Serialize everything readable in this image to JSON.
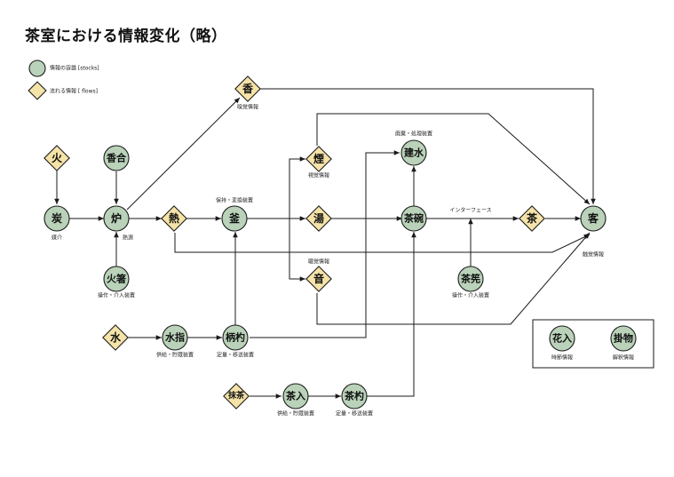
{
  "title": "茶室における情報変化（略）",
  "legend": {
    "stocks_label": "情報の容器 [stocks]",
    "flows_label": "流れる情報 [ flows]"
  },
  "colors": {
    "stock": "#b9d2b9",
    "flow": "#f6e3a8",
    "line": "#1a1a1a"
  },
  "nodes": [
    {
      "id": "kou",
      "shape": "diamond",
      "label": "香",
      "caption": "嗅覚情報"
    },
    {
      "id": "hi",
      "shape": "diamond",
      "label": "火",
      "caption": ""
    },
    {
      "id": "kougou",
      "shape": "circle",
      "label": "香合",
      "caption": ""
    },
    {
      "id": "sumi",
      "shape": "circle",
      "label": "炭",
      "caption": "媒介"
    },
    {
      "id": "ro",
      "shape": "circle",
      "label": "炉",
      "caption": "熱源"
    },
    {
      "id": "hibashi",
      "shape": "circle",
      "label": "火箸",
      "caption": "操作・介入装置"
    },
    {
      "id": "netsu",
      "shape": "diamond",
      "label": "熱",
      "caption": ""
    },
    {
      "id": "kama",
      "shape": "circle",
      "label": "釜",
      "caption": "保持・変換装置"
    },
    {
      "id": "kemuri",
      "shape": "diamond",
      "label": "煙",
      "caption": "視覚情報"
    },
    {
      "id": "yu",
      "shape": "diamond",
      "label": "湯",
      "caption": ""
    },
    {
      "id": "oto",
      "shape": "diamond",
      "label": "音",
      "caption": "聴覚情報"
    },
    {
      "id": "kensui",
      "shape": "circle",
      "label": "建水",
      "caption": "廃棄・処理装置"
    },
    {
      "id": "chawan",
      "shape": "circle",
      "label": "茶碗",
      "caption": "インターフェース"
    },
    {
      "id": "chasen",
      "shape": "circle",
      "label": "茶筅",
      "caption": "操作・介入装置"
    },
    {
      "id": "cha",
      "shape": "diamond",
      "label": "茶",
      "caption": ""
    },
    {
      "id": "kyaku",
      "shape": "circle",
      "label": "客",
      "caption": "触覚情報"
    },
    {
      "id": "mizu",
      "shape": "diamond",
      "label": "水",
      "caption": ""
    },
    {
      "id": "mizusashi",
      "shape": "circle",
      "label": "水指",
      "caption": "供給・貯蔵装置"
    },
    {
      "id": "hishaku",
      "shape": "circle",
      "label": "柄杓",
      "caption": "定量・移送装置"
    },
    {
      "id": "maccha",
      "shape": "diamond",
      "label": "抹茶",
      "caption": ""
    },
    {
      "id": "chaire",
      "shape": "circle",
      "label": "茶入",
      "caption": "供給・貯蔵装置"
    },
    {
      "id": "chashaku",
      "shape": "circle",
      "label": "茶杓",
      "caption": "定量・移送装置"
    },
    {
      "id": "hanaire",
      "shape": "circle",
      "label": "花入",
      "caption": "時節情報"
    },
    {
      "id": "kakemono",
      "shape": "circle",
      "label": "掛物",
      "caption": "解釈情報"
    }
  ]
}
